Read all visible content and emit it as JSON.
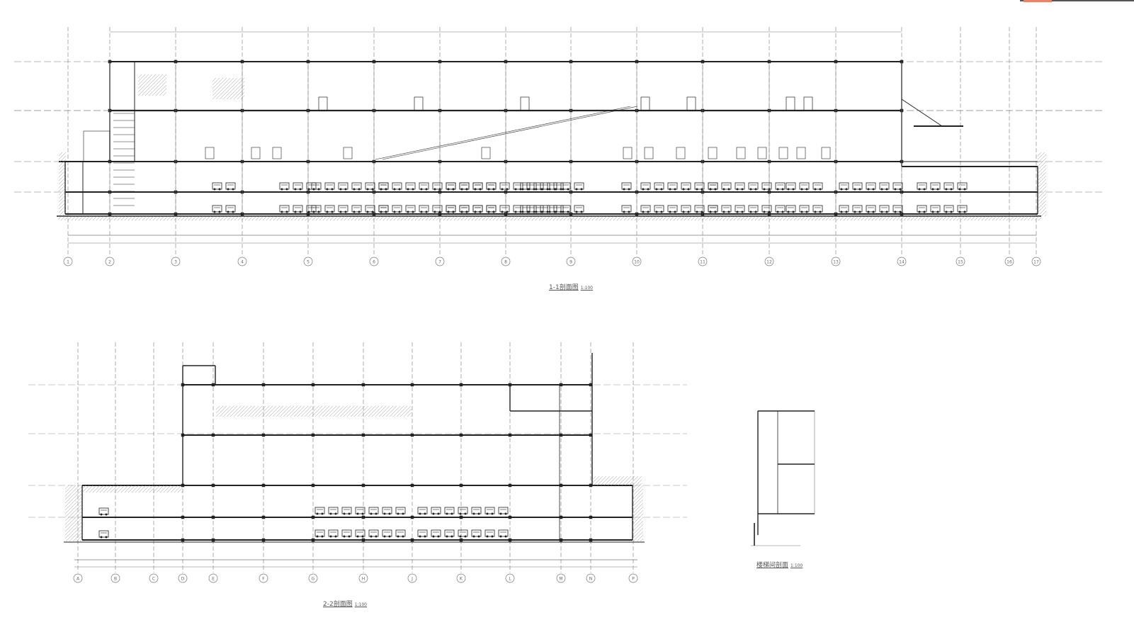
{
  "drawing": {
    "section_1": {
      "title": "1-1剖面图",
      "scale": "1:100",
      "axes": [
        "1",
        "2",
        "3",
        "4",
        "5",
        "6",
        "7",
        "8",
        "9",
        "10",
        "11",
        "12",
        "13",
        "14",
        "15",
        "16",
        "17"
      ]
    },
    "section_2": {
      "title": "2-2剖面图",
      "scale": "1:100",
      "axes": [
        "A",
        "B",
        "C",
        "D",
        "E",
        "F",
        "G",
        "H",
        "J",
        "K",
        "L",
        "M",
        "N",
        "P"
      ]
    },
    "detail": {
      "title": "楼梯间剖面",
      "scale": "1:100"
    }
  },
  "colors": {
    "line": "#222222",
    "thin": "#777777",
    "hatch": "#999999",
    "accent": "#e8836a"
  }
}
